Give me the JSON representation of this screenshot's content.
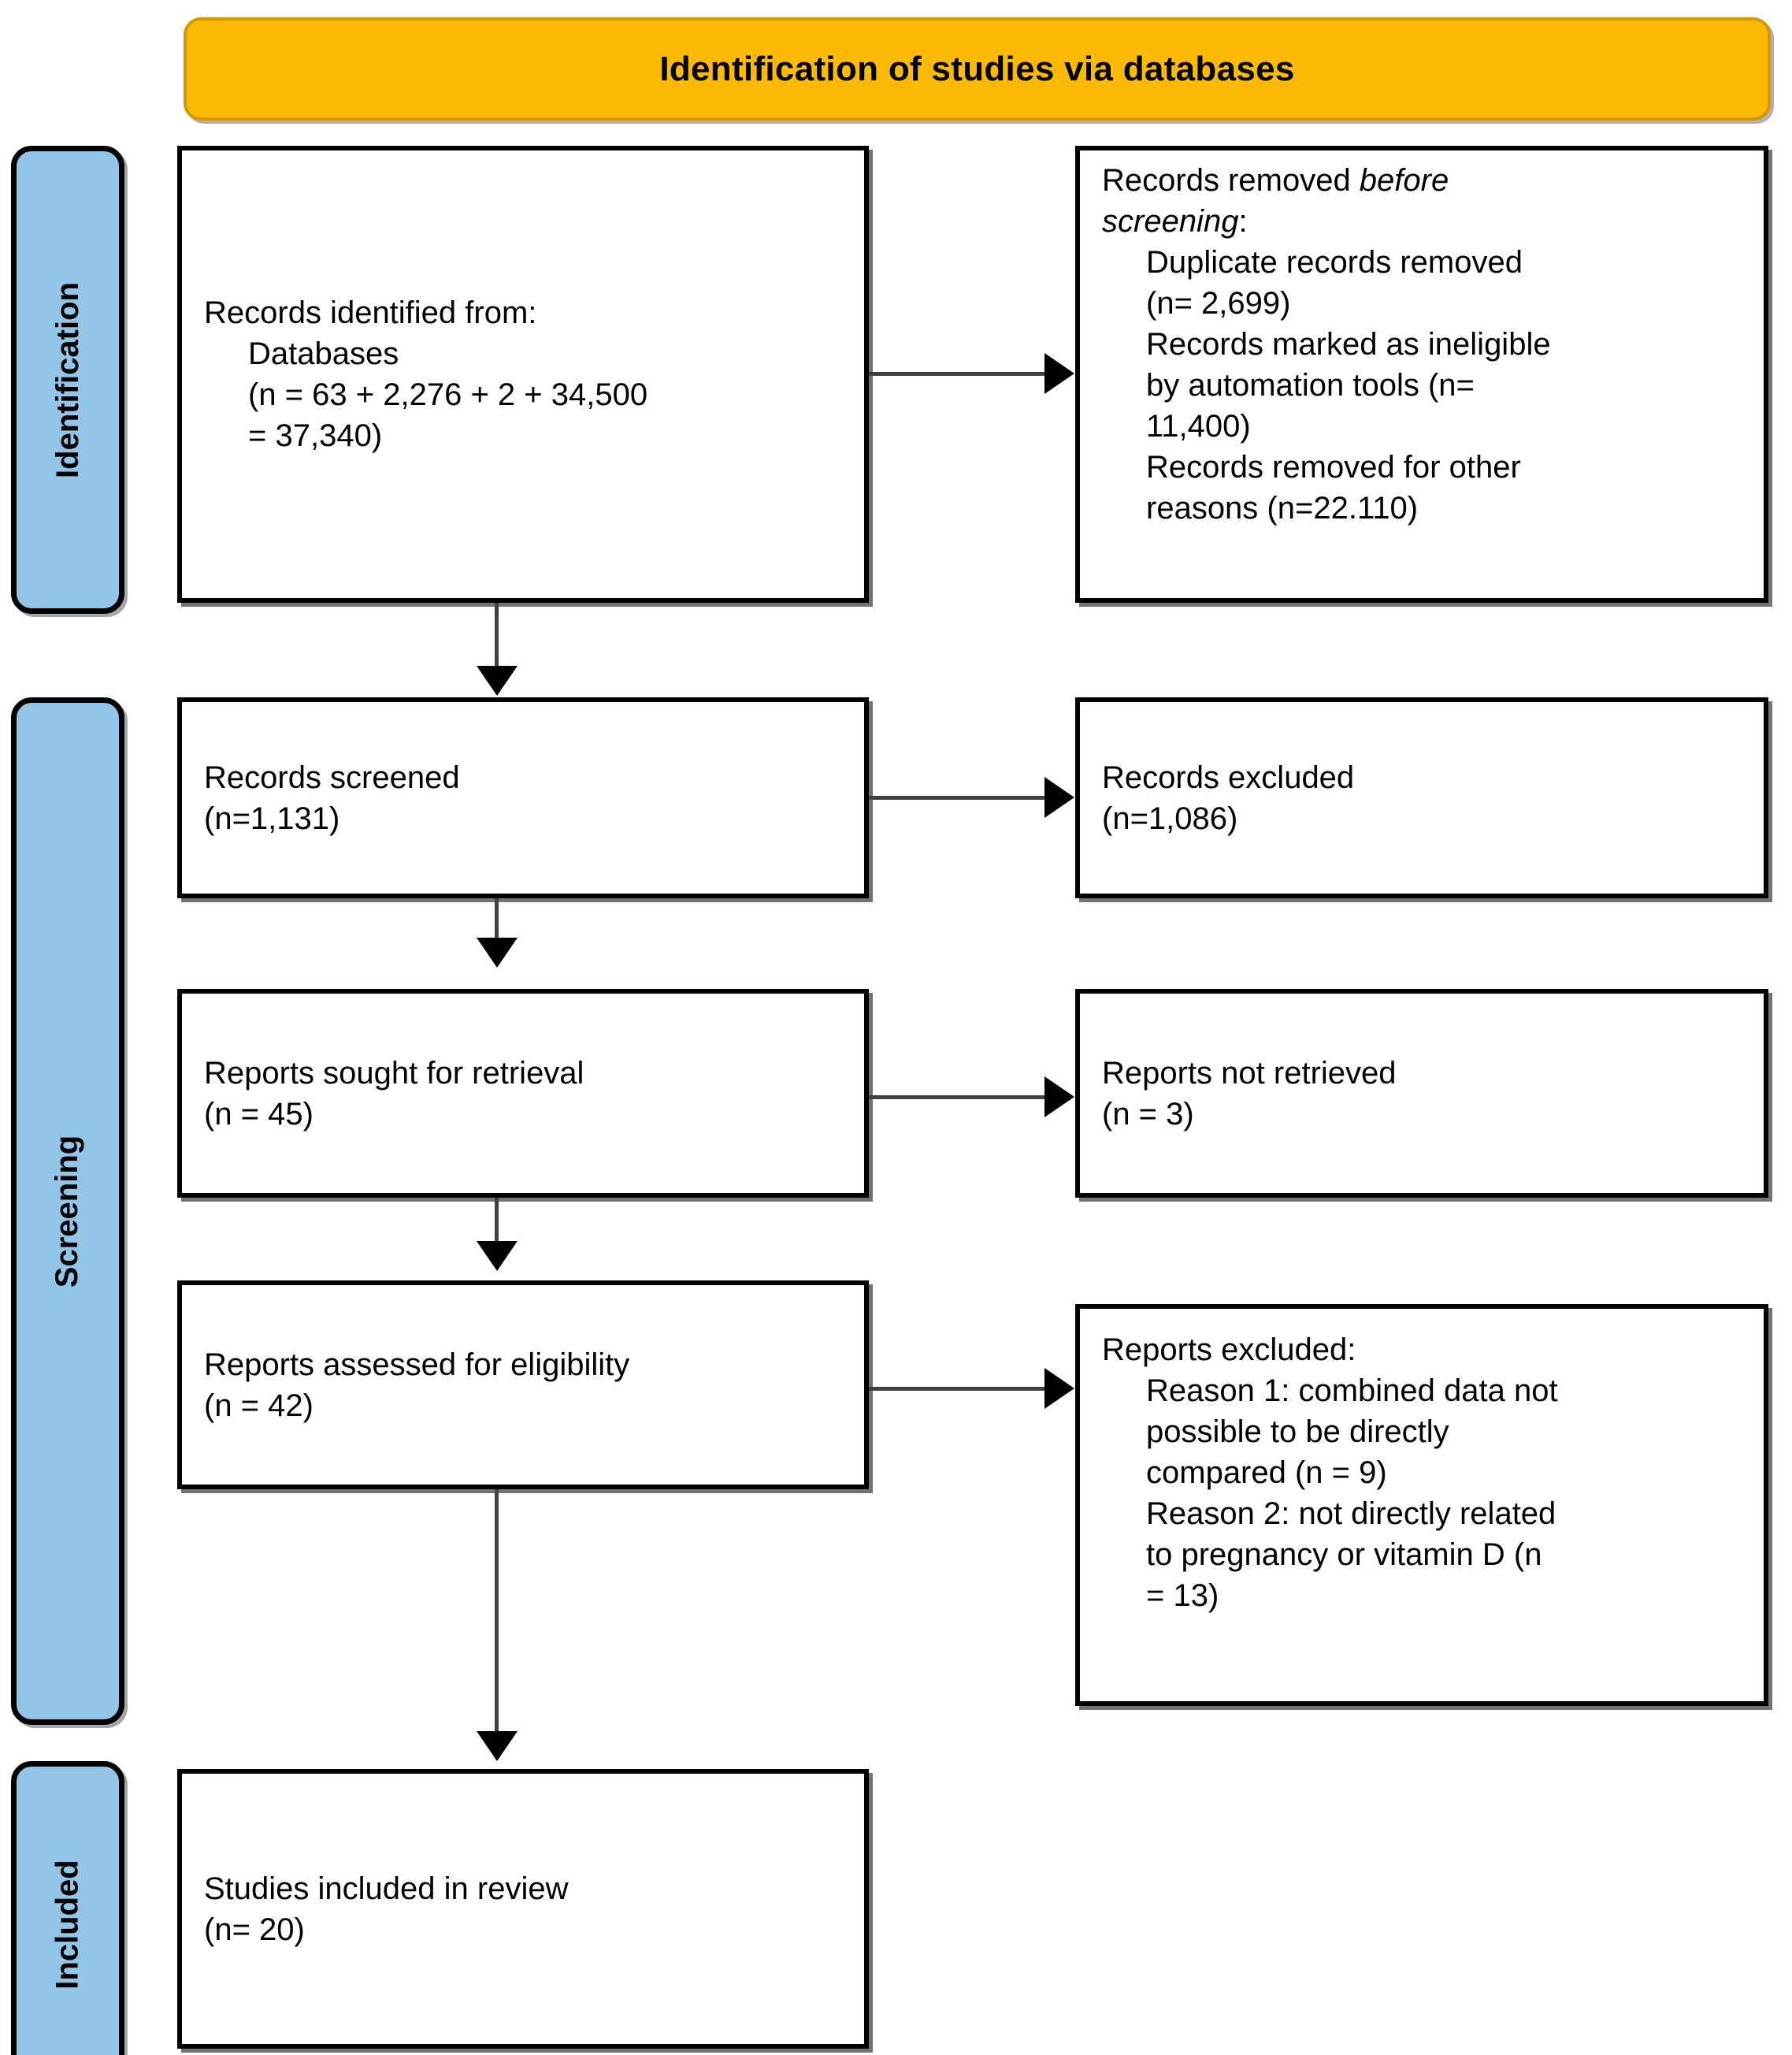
{
  "banner": {
    "title": "Identification of studies via databases"
  },
  "stages": [
    {
      "label": "Identification"
    },
    {
      "label": "Screening"
    },
    {
      "label": "Included"
    }
  ],
  "boxes": {
    "records_identified": {
      "line1": "Records identified from:",
      "line2": "Databases",
      "line3": "(n = 63 + 2,276 + 2 + 34,500",
      "line4": "= 37,340)"
    },
    "records_removed": {
      "line1_a": "Records removed ",
      "line1_b": "before",
      "line2_a": "screening",
      "line2_b": ":",
      "line3": "Duplicate records removed",
      "line4": "(n= 2,699)",
      "line5": "Records marked as ineligible",
      "line6": "by automation tools (n=",
      "line7": "11,400)",
      "line8": "Records removed for other",
      "line9": "reasons (n=22.110)"
    },
    "records_screened": {
      "line1": "Records screened",
      "line2": "(n=1,131)"
    },
    "records_excluded": {
      "line1": "Records excluded",
      "line2": "(n=1,086)"
    },
    "reports_sought": {
      "line1": "Reports sought for retrieval",
      "line2": "(n = 45)"
    },
    "reports_not_retrieved": {
      "line1": "Reports not retrieved",
      "line2": "(n = 3)"
    },
    "reports_assessed": {
      "line1": "Reports assessed for eligibility",
      "line2": "(n = 42)"
    },
    "reports_excluded": {
      "line1": "Reports excluded:",
      "line2": "Reason 1: combined data not",
      "line3": "possible to be directly",
      "line4": "compared (n = 9)",
      "line5": "Reason 2: not directly related",
      "line6": "to pregnancy or vitamin D (n",
      "line7": "= 13)"
    },
    "studies_included": {
      "line1": "Studies included in review",
      "line2": "(n= 20)"
    }
  },
  "colors": {
    "banner_fill": "#FCBA04",
    "banner_border": "#D79500",
    "stage_fill": "#92C5E8",
    "box_border": "#000000",
    "connector": "#404040"
  }
}
